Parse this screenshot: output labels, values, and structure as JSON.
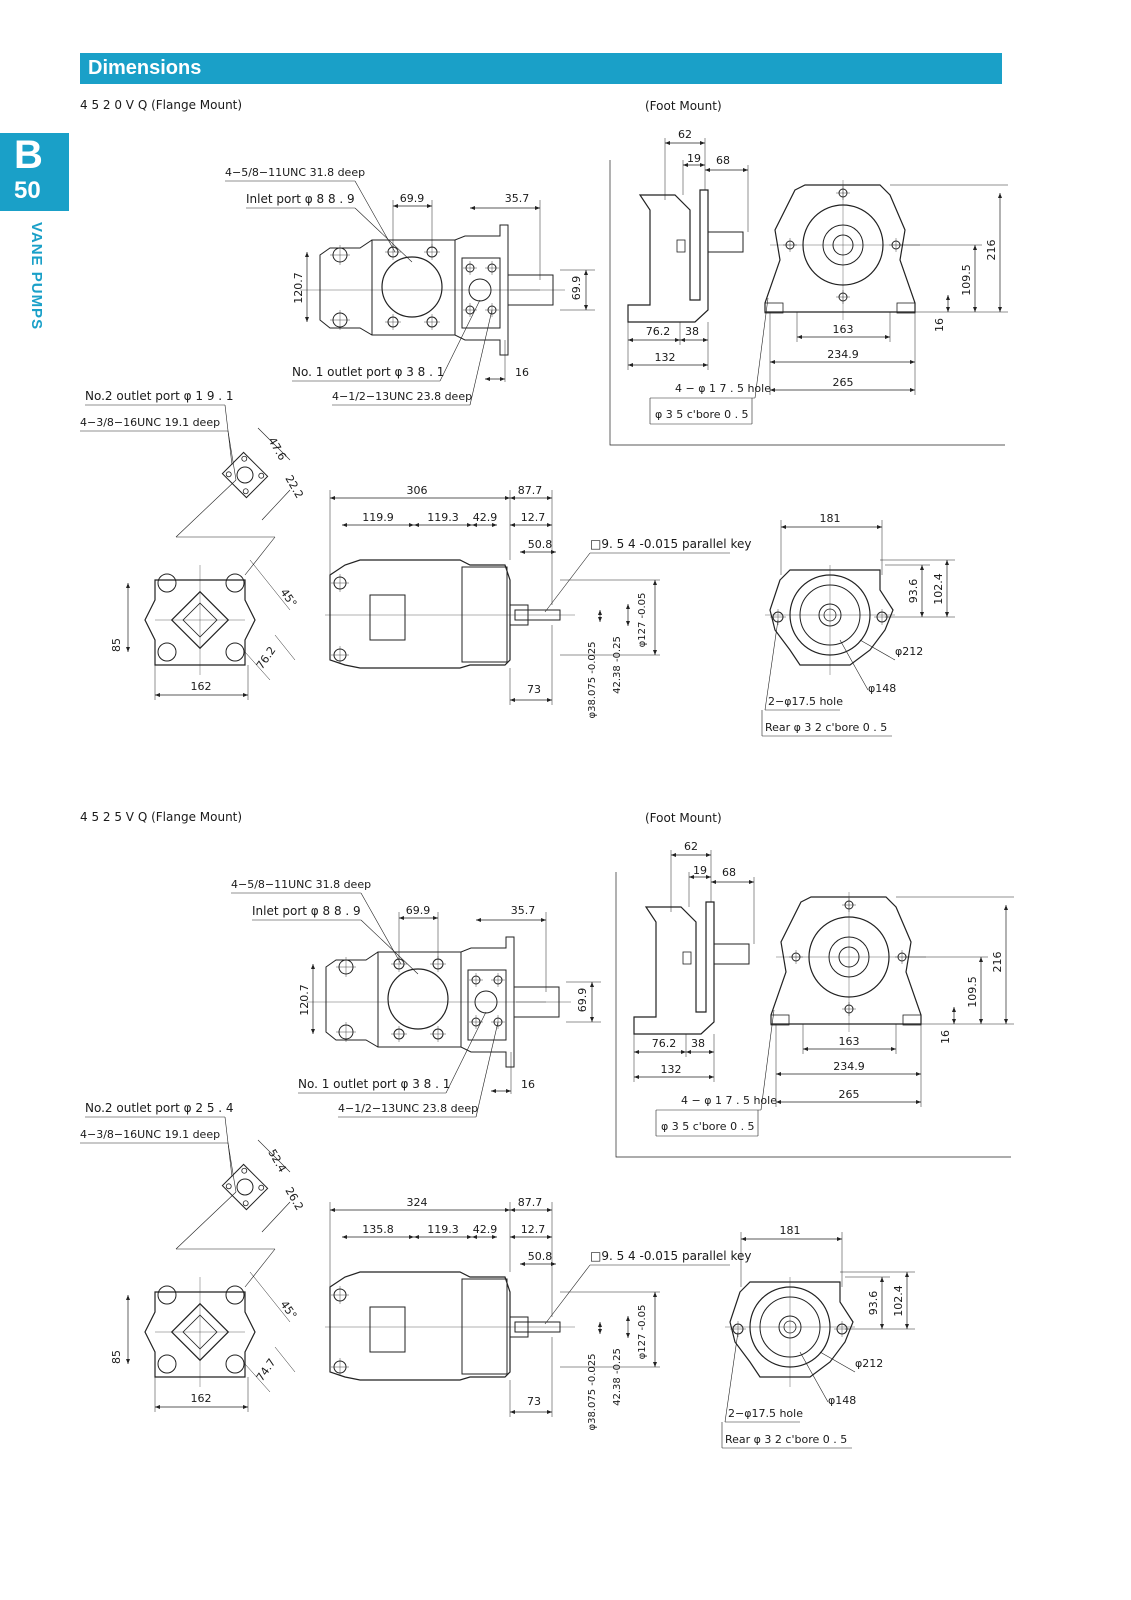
{
  "header": {
    "title": "Dimensions",
    "tab_letter": "B",
    "tab_number": "50",
    "side_label": "VANE PUMPS"
  },
  "sections": [
    {
      "model_label": "4 5 2 0 V Q (Flange Mount)",
      "foot_label": "(Foot Mount)",
      "top": {
        "thread1": "4−5/8−11UNC  31.8 deep",
        "inlet": "Inlet port φ 8 8 . 9",
        "d_69_9": "69.9",
        "d_35_7": "35.7",
        "d_120_7": "120.7",
        "d_69_9b": "69.9",
        "outlet1": "No. 1 outlet port φ 3 8 . 1",
        "d_16": "16",
        "thread2": "4−1/2−13UNC   23.8 deep"
      },
      "outlet2": {
        "title": "No.2 outlet port  φ 1 9 . 1",
        "thread": "4−3/8−16UNC  19.1 deep",
        "d_a": "47.6",
        "d_b": "22.2"
      },
      "side": {
        "d_306": "306",
        "d_87_7": "87.7",
        "d_119_9": "119.9",
        "d_119_3": "119.3",
        "d_42_9": "42.9",
        "d_12_7": "12.7",
        "d_50_8": "50.8",
        "key": "□9. 5 4 -0.015 parallel key",
        "d_127": "φ127 -0.05",
        "d_42_38": "42.38 -0.25",
        "d_38_075": "φ38.075 -0.025",
        "d_73": "73"
      },
      "front": {
        "d_85": "85",
        "d_162": "162",
        "d_76_2": "76.2",
        "d_45": "45°"
      },
      "rear": {
        "d_181": "181",
        "d_93_6": "93.6",
        "d_102_4": "102.4",
        "d_212": "φ212",
        "d_148": "φ148",
        "holes": "2−φ17.5 hole",
        "cbore": "Rear φ 3 2  c'bore  0 . 5"
      },
      "foot": {
        "d_62": "62",
        "d_19": "19",
        "d_68": "68",
        "d_216": "216",
        "d_109_5": "109.5",
        "d_16": "16",
        "d_76_2": "76.2",
        "d_38": "38",
        "d_132": "132",
        "d_163": "163",
        "d_234_9": "234.9",
        "d_265": "265",
        "holes": "4 − φ 1 7 . 5 hole",
        "cbore": "φ 3 5  c'bore  0 . 5"
      }
    },
    {
      "model_label": "4 5 2 5 V Q (Flange Mount)",
      "foot_label": "(Foot Mount)",
      "top": {
        "thread1": "4−5/8−11UNC   31.8 deep",
        "inlet": "Inlet port  φ 8 8 . 9",
        "d_69_9": "69.9",
        "d_35_7": "35.7",
        "d_120_7": "120.7",
        "d_69_9b": "69.9",
        "outlet1": "No. 1 outlet port φ 3 8 . 1",
        "d_16": "16",
        "thread2": "4−1/2−13UNC    23.8 deep"
      },
      "outlet2": {
        "title": "No.2 outlet port  φ 2 5 . 4",
        "thread": "4−3/8−16UNC   19.1 deep",
        "d_a": "52.4",
        "d_b": "26.2"
      },
      "side": {
        "d_306": "324",
        "d_87_7": "87.7",
        "d_119_9": "135.8",
        "d_119_3": "119.3",
        "d_42_9": "42.9",
        "d_12_7": "12.7",
        "d_50_8": "50.8",
        "key": "□9. 5 4 -0.015 parallel key",
        "d_127": "φ127 -0.05",
        "d_42_38": "42.38 -0.25",
        "d_38_075": "φ38.075 -0.025",
        "d_73": "73"
      },
      "front": {
        "d_85": "85",
        "d_162": "162",
        "d_76_2": "74.7",
        "d_45": "45°"
      },
      "rear": {
        "d_181": "181",
        "d_93_6": "93.6",
        "d_102_4": "102.4",
        "d_212": "φ212",
        "d_148": "φ148",
        "holes": "2−φ17.5 hole",
        "cbore": "Rear φ 3 2  c'bore  0 . 5"
      },
      "foot": {
        "d_62": "62",
        "d_19": "19",
        "d_68": "68",
        "d_216": "216",
        "d_109_5": "109.5",
        "d_16": "16",
        "d_76_2": "76.2",
        "d_38": "38",
        "d_132": "132",
        "d_163": "163",
        "d_234_9": "234.9",
        "d_265": "265",
        "holes": "4 − φ 1 7 . 5 hole",
        "cbore": "φ 3 5  c'bore  0 . 5"
      }
    }
  ]
}
